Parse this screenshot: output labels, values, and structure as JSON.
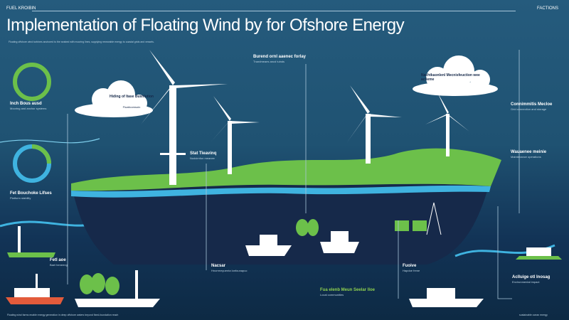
{
  "header": {
    "kicker": "FUEL KROIBIN",
    "corner": "FACTIONS",
    "title": "Implementation of Floating Wind by for Ofshore Energy",
    "subtitle": "Floating offshore wind turbines anchored to the seabed with mooring lines, supplying renewable energy to coastal grids and vessels."
  },
  "callouts": [
    {
      "title": "Inch Bous ausd",
      "body": "Mooring and anchor systems"
    },
    {
      "title": "Hiding of ltase Bushlution",
      "body": "Fluaticomsoin"
    },
    {
      "title": "Burend ornl aaenec forlay",
      "body": "Tnardmeaes ancd tuinds"
    },
    {
      "title": "Nachtkaonlenl Mecnisfeuction wee aclleme",
      "body": ""
    },
    {
      "title": "Connimmitis Mecloe",
      "body": "Grid connection and storage"
    },
    {
      "title": "Fet Bouchoke Lifses",
      "body": "Platform stability"
    },
    {
      "title": "Stat Tieavinq",
      "body": "Nodcirnfon meanee"
    },
    {
      "title": "Wauaenee meinie",
      "body": "Maintenance operations"
    },
    {
      "title": "Fetl aoe",
      "body": "Bael heneeng"
    },
    {
      "title": "Nacsar",
      "body": "Hnorrmeyuenta lonfounapuc"
    },
    {
      "title": "Fua elenb Meun Seelar lloe",
      "body": "Local communities"
    },
    {
      "title": "Fuoive",
      "body": "Hapdoe frene"
    },
    {
      "title": "Aclluige otl Inosag",
      "body": "Environmental impact"
    }
  ],
  "footer": {
    "left": "Floating wind farms enable energy generation in deep offshore waters beyond fixed-foundation reach",
    "right": "sustainable ocean energy"
  },
  "colors": {
    "bg": "#255b7d",
    "hull": "#16294a",
    "land": "#6cc04a",
    "accent": "#8fd14f",
    "sea": "#3fb3e0"
  }
}
